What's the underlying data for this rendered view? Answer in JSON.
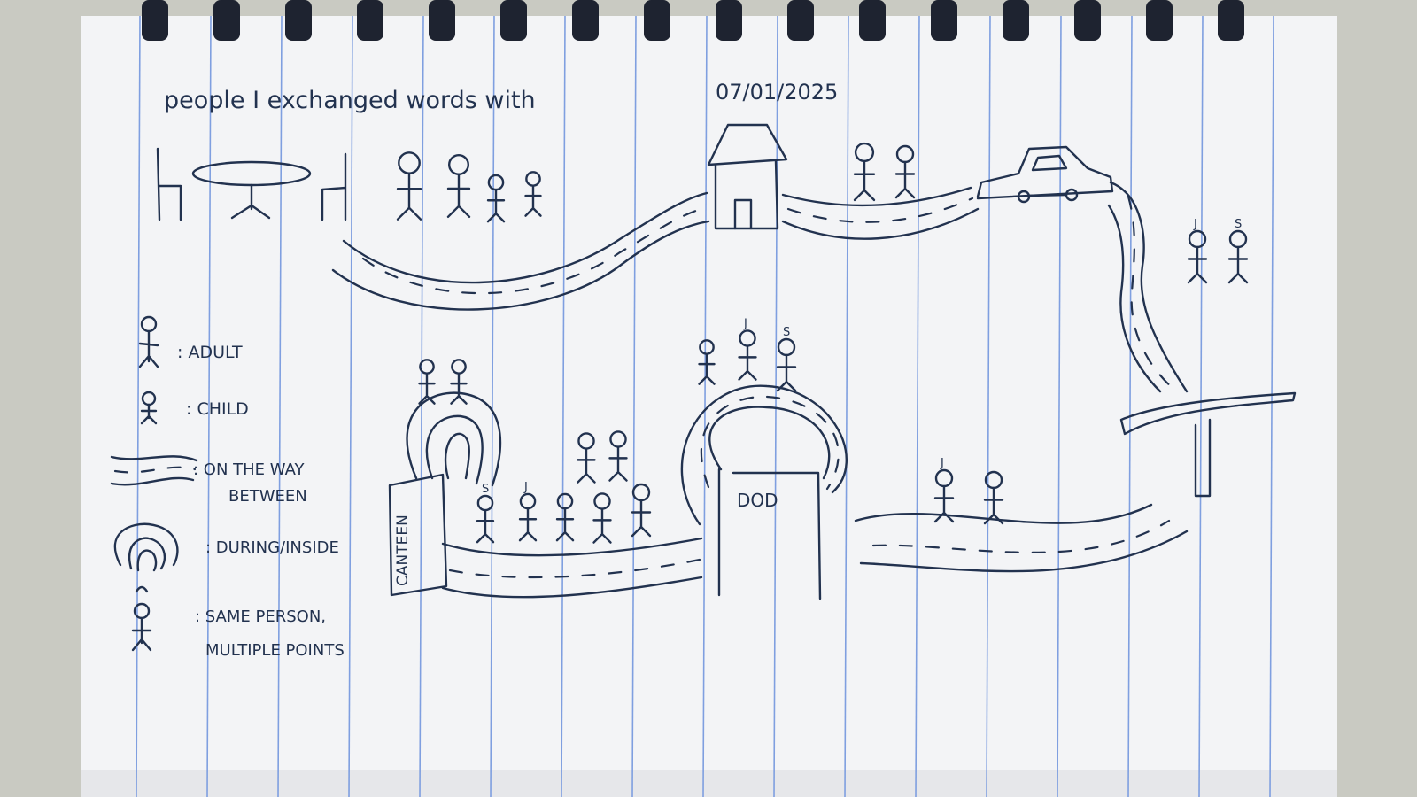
{
  "title": "people I exchanged words with",
  "date": "07/01/2025",
  "legend": {
    "adult": ": ADULT",
    "child": ": CHILD",
    "on_the_way_line1": ": ON THE WAY",
    "on_the_way_line2": "BETWEEN",
    "during_inside": ": DURING/INSIDE",
    "same_person_line1": ": SAME PERSON,",
    "same_person_line2": "MULTIPLE POINTS"
  },
  "places": {
    "canteen": "CANTEEN",
    "dod": "DOD"
  },
  "initials": {
    "s": "S",
    "j": "J"
  },
  "colors": {
    "ink": "#22324f",
    "paper": "#f3f4f6",
    "rule_line": "#7f9fe0",
    "background": "#c9cac2",
    "spiral": "#1e2330"
  }
}
